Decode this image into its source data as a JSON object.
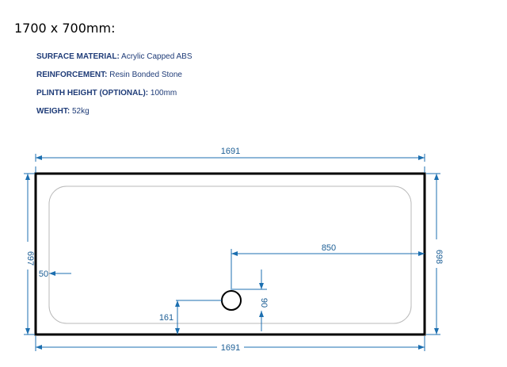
{
  "heading": "1700 x 700mm:",
  "specs": [
    {
      "key": "SURFACE MATERIAL:",
      "value": " Acrylic Capped ABS"
    },
    {
      "key": "REINFORCEMENT:",
      "value": " Resin Bonded Stone"
    },
    {
      "key": "PLINTH HEIGHT (OPTIONAL):",
      "value": " 100mm"
    },
    {
      "key": "WEIGHT:",
      "value": " 52kg"
    }
  ],
  "dimensions": {
    "top_width": "1691",
    "bottom_width": "1691",
    "left_height": "697",
    "right_height": "698",
    "edge_offset": "50",
    "waste_to_right": "850",
    "waste_from_wall": "90",
    "waste_to_left": "161"
  },
  "colors": {
    "dimension_line": "#1c6fb0",
    "spec_text": "#1f3c78",
    "outline": "#000000"
  }
}
